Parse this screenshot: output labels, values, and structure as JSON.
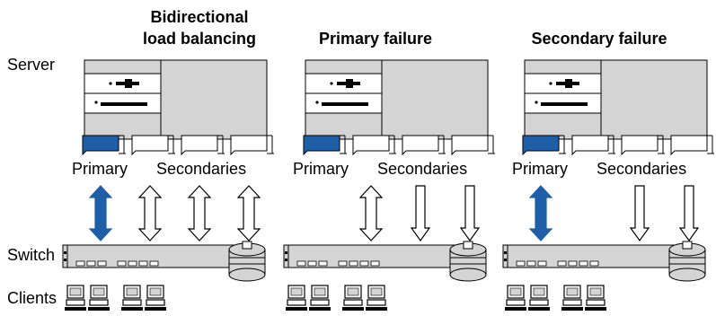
{
  "side_labels": {
    "server": "Server",
    "switch": "Switch",
    "clients": "Clients"
  },
  "colors": {
    "primary_blue": "#1f5fa8",
    "chassis": "#d4d4d4",
    "outline": "#000000",
    "arrow_fill": "#ffffff"
  },
  "panels": [
    {
      "title_line1": "Bidirectional",
      "title_line2": "load balancing",
      "primary_label": "Primary",
      "secondaries_label": "Secondaries",
      "primary_link": "bidirectional-active",
      "secondary_links": [
        "bidirectional",
        "bidirectional",
        "bidirectional"
      ],
      "primary_nic_active": true
    },
    {
      "title_line1": "",
      "title_line2": "Primary failure",
      "primary_label": "Primary",
      "secondaries_label": "Secondaries",
      "primary_link": "none",
      "secondary_links": [
        "bidirectional",
        "down",
        "down"
      ],
      "primary_nic_active": true
    },
    {
      "title_line1": "",
      "title_line2": "Secondary failure",
      "primary_label": "Primary",
      "secondaries_label": "Secondaries",
      "primary_link": "bidirectional-active",
      "secondary_links": [
        "none",
        "down",
        "down"
      ],
      "primary_nic_active": true
    }
  ]
}
